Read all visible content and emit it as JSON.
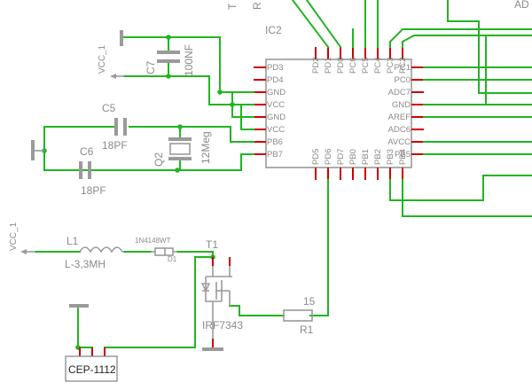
{
  "top_fragments": {
    "t": "T",
    "r": "R",
    "ad": "AD"
  },
  "ic": {
    "name": "IC2",
    "left_pins": [
      "PD3",
      "PD4",
      "GND",
      "VCC",
      "GND",
      "VCC",
      "PB6",
      "PB7"
    ],
    "top_pins": [
      "PD2",
      "PD1",
      "PD0",
      "PC6",
      "PC5",
      "PC4",
      "PC3",
      "PC2"
    ],
    "right_pins": [
      "PC1",
      "PC0",
      "ADC7",
      "GND",
      "AREF",
      "ADC6",
      "AVCC",
      "PB5"
    ],
    "bottom_pins": [
      "PD5",
      "PD6",
      "PD7",
      "PB0",
      "PB1",
      "PB2",
      "PB3",
      "PB4"
    ]
  },
  "components": {
    "vcc_top": "VCC_1",
    "vcc_left": "VCC_1",
    "c7_name": "C7",
    "c7_value": "100NF",
    "c5_name": "C5",
    "c5_value": "18PF",
    "c6_name": "C6",
    "c6_value": "18PF",
    "q2_name": "Q2",
    "q2_value": "12Meg",
    "l1_name": "L1",
    "l1_value": "L-3,3MH",
    "d1_part": "1N4148WT",
    "d1_name": "D1",
    "t1_name": "T1",
    "t1_part": "IRF7343",
    "r1_value": "15",
    "r1_name": "R1",
    "connector": "CEP-1112"
  }
}
